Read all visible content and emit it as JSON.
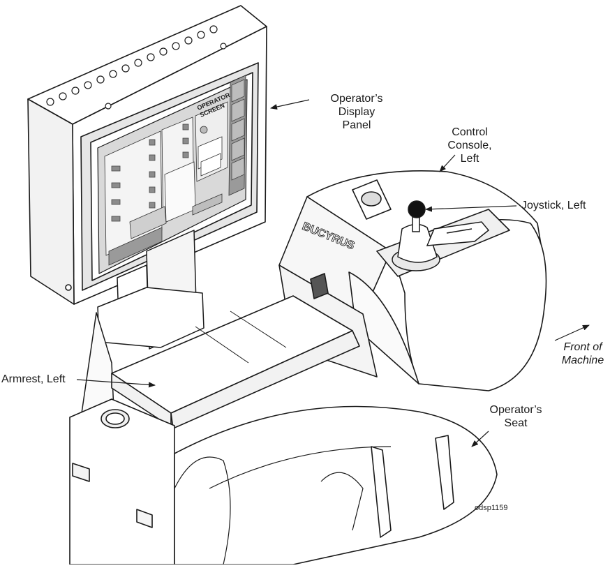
{
  "callouts": {
    "display_panel": [
      "Operator’s",
      "Display",
      "Panel"
    ],
    "control_console": [
      "Control",
      "Console,",
      "Left"
    ],
    "joystick": [
      "Joystick, Left"
    ],
    "front_of_machine": [
      "Front of",
      "Machine"
    ],
    "armrest": [
      "Armrest, Left"
    ],
    "operator_seat": [
      "Operator’s",
      "Seat"
    ]
  },
  "screen_title": [
    "OPERATOR",
    "SCREEN"
  ],
  "console_brand": "BUCYRUS",
  "drawing_code": "odsp1159",
  "colors": {
    "ink": "#1a1a1a",
    "screen_gray": "#d9d9d9",
    "button_gray": "#8c8c8c",
    "joystick_ball": "#111111"
  }
}
